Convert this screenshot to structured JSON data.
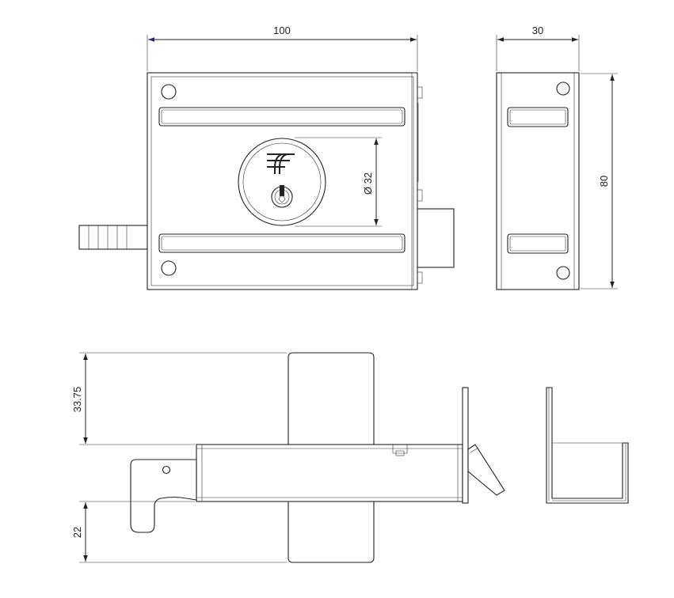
{
  "views": {
    "front": {
      "width_label": "100",
      "bore_label": "Ø 32"
    },
    "side": {
      "width_label": "30",
      "height_label": "80"
    },
    "bottom": {
      "upper_projection_label": "33.75",
      "lower_projection_label": "22"
    }
  },
  "colors": {
    "line": "#222222",
    "background": "#ffffff",
    "arrow_accent": "#1a2a8a"
  }
}
